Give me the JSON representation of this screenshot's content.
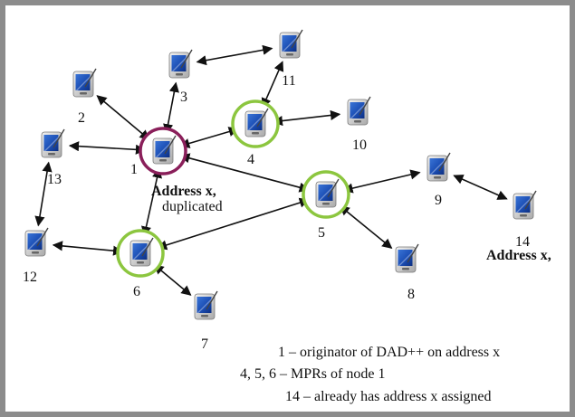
{
  "colors": {
    "frame": "#8c8c8c",
    "originator_ring": "#8a1f5a",
    "mpr_ring": "#8cc63f",
    "device_screen": "#1c4fb5",
    "arrow": "#111111"
  },
  "nodes": [
    {
      "id": "1",
      "label": "1",
      "role": "originator"
    },
    {
      "id": "2",
      "label": "2",
      "role": "node"
    },
    {
      "id": "3",
      "label": "3",
      "role": "node"
    },
    {
      "id": "4",
      "label": "4",
      "role": "mpr"
    },
    {
      "id": "5",
      "label": "5",
      "role": "mpr"
    },
    {
      "id": "6",
      "label": "6",
      "role": "mpr"
    },
    {
      "id": "7",
      "label": "7",
      "role": "node"
    },
    {
      "id": "8",
      "label": "8",
      "role": "node"
    },
    {
      "id": "9",
      "label": "9",
      "role": "node"
    },
    {
      "id": "10",
      "label": "10",
      "role": "node"
    },
    {
      "id": "11",
      "label": "11",
      "role": "node"
    },
    {
      "id": "12",
      "label": "12",
      "role": "node"
    },
    {
      "id": "13",
      "label": "13",
      "role": "node"
    },
    {
      "id": "14",
      "label": "14",
      "role": "node"
    }
  ],
  "links": [
    [
      "1",
      "2"
    ],
    [
      "1",
      "3"
    ],
    [
      "1",
      "4"
    ],
    [
      "1",
      "13"
    ],
    [
      "1",
      "5"
    ],
    [
      "1",
      "6"
    ],
    [
      "3",
      "11"
    ],
    [
      "4",
      "11"
    ],
    [
      "4",
      "10"
    ],
    [
      "5",
      "6"
    ],
    [
      "5",
      "8"
    ],
    [
      "5",
      "9"
    ],
    [
      "9",
      "14"
    ],
    [
      "6",
      "12"
    ],
    [
      "6",
      "7"
    ],
    [
      "12",
      "13"
    ]
  ],
  "annotations": {
    "node1_line1": "Address x,",
    "node1_line2": "duplicated",
    "node14_line1": "Address x,"
  },
  "legend": {
    "line1": "1 – originator of DAD++ on address x",
    "line2": "4, 5, 6 – MPRs of node 1",
    "line3": "14 – already has address x assigned"
  }
}
